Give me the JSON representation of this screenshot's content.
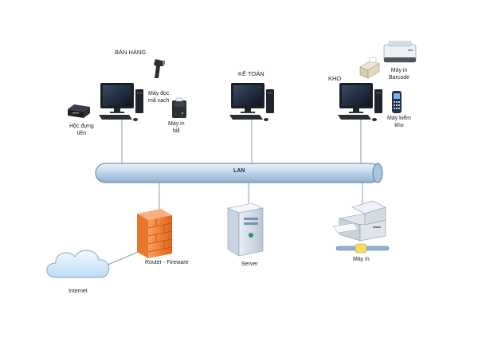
{
  "sections": {
    "ban_hang": "BÁN HÀNG",
    "ke_toan": "KẾ TOÁN",
    "kho": "KHO"
  },
  "devices": {
    "scanner": [
      "Máy đọc",
      "mã vạch"
    ],
    "cash_drawer": [
      "Hộc đựng",
      "tiền"
    ],
    "bill_printer": [
      "Máy in",
      "bill"
    ],
    "barcode_printer": [
      "Máy in",
      "Barcode"
    ],
    "inventory_scanner": [
      "Máy kiểm",
      "kho"
    ],
    "router": "Router - Fireware",
    "server": "Server",
    "printer": "Máy in",
    "internet": "Internet"
  },
  "network": {
    "lan": "LAN"
  },
  "colors": {
    "lan_pipe": "#b7cde3",
    "lan_outline": "#5f7f9f",
    "router_fill": "#f07a2a",
    "cloud_fill": "#dfeffb",
    "line": "#8a9bb0"
  }
}
